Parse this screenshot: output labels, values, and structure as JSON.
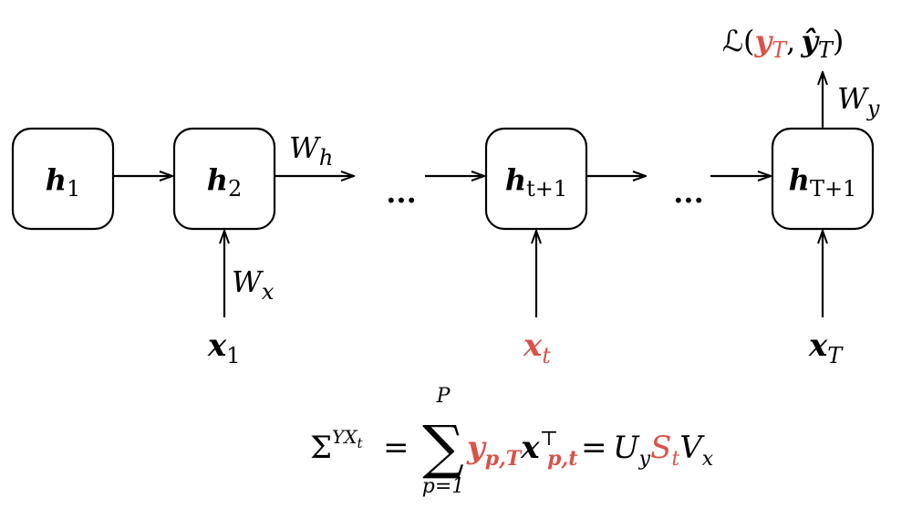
{
  "colors": {
    "highlight": "#d9534a",
    "ink": "#000000"
  },
  "nodes": [
    {
      "base": "h",
      "sub": "1"
    },
    {
      "base": "h",
      "sub": "2"
    },
    {
      "base": "h",
      "sub": "t+1"
    },
    {
      "base": "h",
      "sub": "T+1"
    }
  ],
  "ellipses": [
    "...",
    "..."
  ],
  "edge_labels": {
    "wh": {
      "base": "W",
      "sub": "h"
    },
    "wx": {
      "base": "W",
      "sub": "x"
    },
    "wy": {
      "base": "W",
      "sub": "y"
    }
  },
  "inputs": [
    {
      "base": "x",
      "sub": "1"
    },
    {
      "base": "x",
      "sub": "t"
    },
    {
      "base": "x",
      "sub": "T"
    }
  ],
  "loss": {
    "symbol": "ℒ",
    "open": "(",
    "y_base": "y",
    "y_sub": "T",
    "comma": ",",
    "yhat_base": "ŷ",
    "yhat_sub": "T",
    "close": ")"
  },
  "equation": {
    "sigma": "Σ",
    "sigma_sup": "YX",
    "sigma_sup_sub": "t",
    "eq1": "=",
    "sum": "∑",
    "sum_top": "P",
    "sum_bottom": "p=1",
    "y_base": "y",
    "y_sub": "p,T",
    "x_base": "x",
    "x_sup": "⊤",
    "x_sub": "p,t",
    "eq2": "=",
    "u_base": "U",
    "u_sub": "y",
    "s_base": "S",
    "s_sub": "t",
    "v_base": "V",
    "v_sub": "x"
  }
}
